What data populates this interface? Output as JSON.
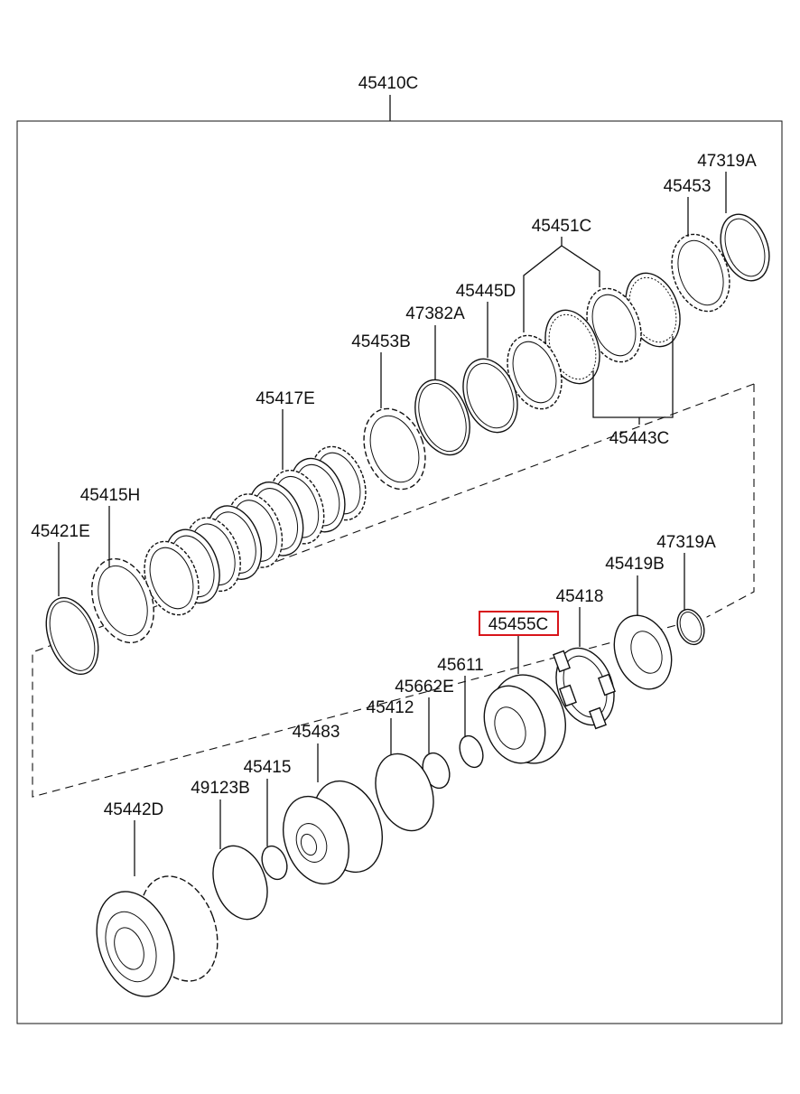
{
  "assembly_label": "45410C",
  "highlighted_part": "45455C",
  "accent_color": "#d8141a",
  "parts": [
    {
      "id": "p-47319a-top",
      "label": "47319A"
    },
    {
      "id": "p-45453",
      "label": "45453"
    },
    {
      "id": "p-45451c",
      "label": "45451C"
    },
    {
      "id": "p-45445d",
      "label": "45445D"
    },
    {
      "id": "p-47382a",
      "label": "47382A"
    },
    {
      "id": "p-45453b",
      "label": "45453B"
    },
    {
      "id": "p-45417e",
      "label": "45417E"
    },
    {
      "id": "p-45443c",
      "label": "45443C"
    },
    {
      "id": "p-45415h",
      "label": "45415H"
    },
    {
      "id": "p-45421e",
      "label": "45421E"
    },
    {
      "id": "p-47319a-bottom",
      "label": "47319A"
    },
    {
      "id": "p-45419b",
      "label": "45419B"
    },
    {
      "id": "p-45418",
      "label": "45418"
    },
    {
      "id": "p-45455c",
      "label": "45455C"
    },
    {
      "id": "p-45611",
      "label": "45611"
    },
    {
      "id": "p-45662e",
      "label": "45662E"
    },
    {
      "id": "p-45412",
      "label": "45412"
    },
    {
      "id": "p-45483",
      "label": "45483"
    },
    {
      "id": "p-45415",
      "label": "45415"
    },
    {
      "id": "p-49123b",
      "label": "49123B"
    },
    {
      "id": "p-45442d",
      "label": "45442D"
    }
  ]
}
